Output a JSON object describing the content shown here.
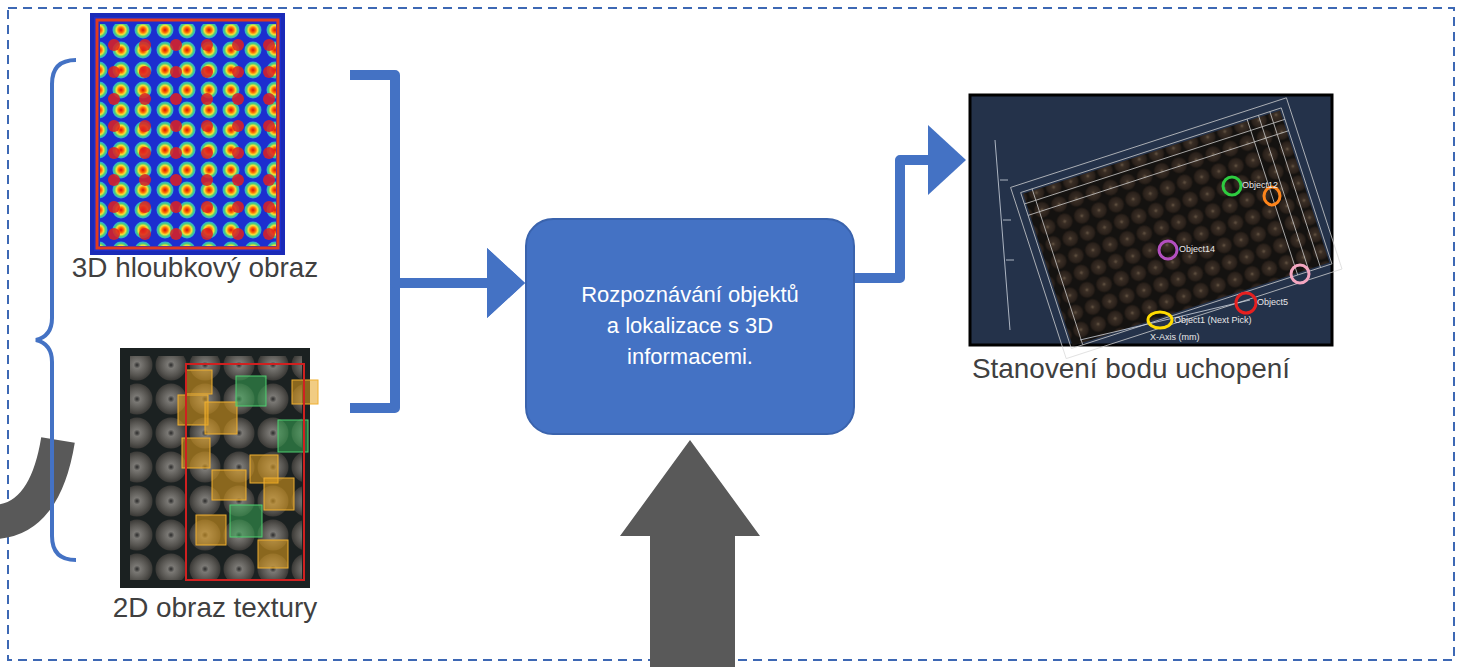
{
  "diagram": {
    "nodes": [
      {
        "text": [
          "3D hloubkový obraz"
        ]
      },
      {
        "text": [
          "2D obraz textury"
        ]
      },
      {
        "text": [
          "Rozpoznávání objektů a lokalizace s 3D informacemi."
        ]
      },
      {
        "text": [
          "Stanovení bodu uchopení"
        ]
      }
    ],
    "edges": [
      {
        "from": 0,
        "to": 2,
        "arrow": "to"
      },
      {
        "from": 1,
        "to": 2,
        "arrow": "to"
      },
      {
        "from": 2,
        "to": 3,
        "arrow": "to"
      }
    ],
    "labels": [
      "Object12",
      "Object14",
      "Object5",
      "Object1 (Next Pick)",
      "X-Axis (mm)"
    ]
  }
}
